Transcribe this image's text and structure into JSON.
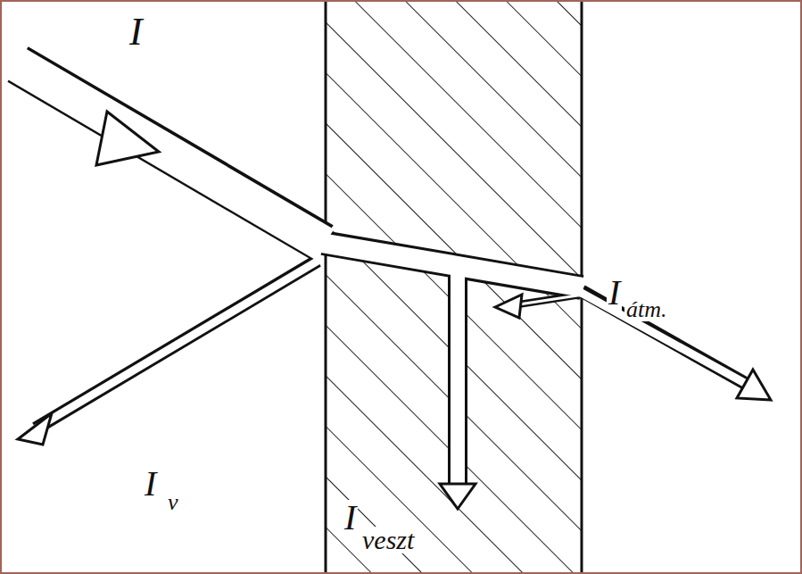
{
  "diagram": {
    "labels": [
      "I",
      "I",
      "v",
      "I",
      "átm.",
      "I",
      "veszt"
    ]
  }
}
